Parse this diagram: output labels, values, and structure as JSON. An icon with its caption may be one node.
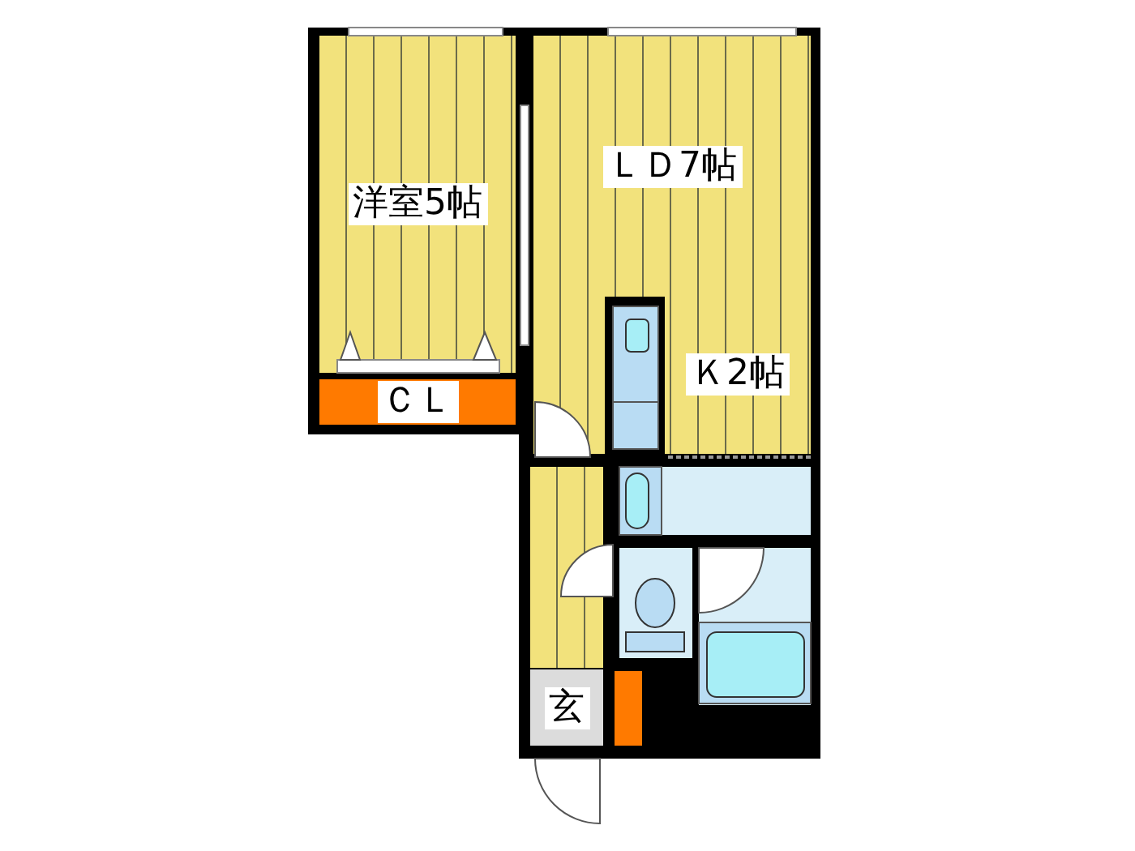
{
  "diagram": {
    "nodes": [
      {
        "text": [
          "洋室5帖"
        ]
      },
      {
        "text": [
          "ＣＬ"
        ]
      },
      {
        "text": [
          "ＬＤ7帖"
        ]
      },
      {
        "text": [
          "Ｋ2帖"
        ],
        "in": 2
      },
      {
        "text": [],
        "shape": "box"
      },
      {
        "text": [
          "玄"
        ]
      },
      {
        "text": [],
        "shape": "box"
      },
      {
        "text": [],
        "shape": "box"
      },
      {
        "text": [],
        "shape": "box"
      }
    ]
  }
}
